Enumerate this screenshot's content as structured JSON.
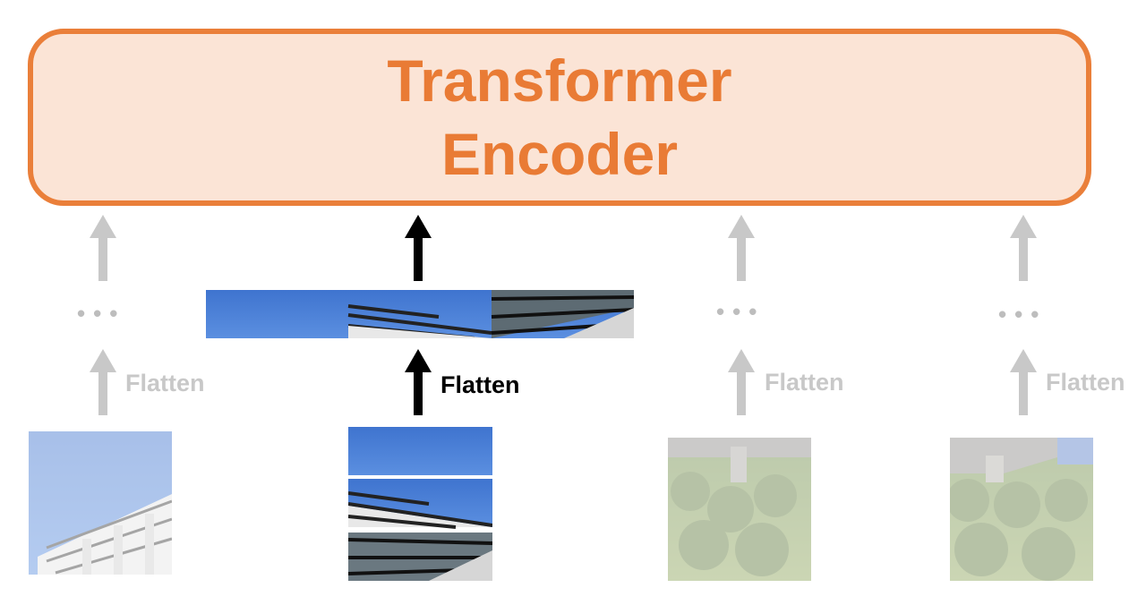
{
  "encoder": {
    "title_line1": "Transformer",
    "title_line2": "Encoder"
  },
  "labels": {
    "flatten": "Flatten"
  },
  "colors": {
    "encoder_border": "#ea7f3a",
    "encoder_fill": "#fbe4d6",
    "encoder_text": "#e97b35",
    "active_arrow": "#000000",
    "inactive_arrow": "#c8c8c8",
    "sky": "#4a7fd4"
  },
  "columns": [
    {
      "state": "inactive",
      "image": "building-patch-icon"
    },
    {
      "state": "active",
      "image": "building-patch-split-icon"
    },
    {
      "state": "inactive",
      "image": "foliage-patch-icon"
    },
    {
      "state": "inactive",
      "image": "foliage-patch-icon"
    }
  ]
}
